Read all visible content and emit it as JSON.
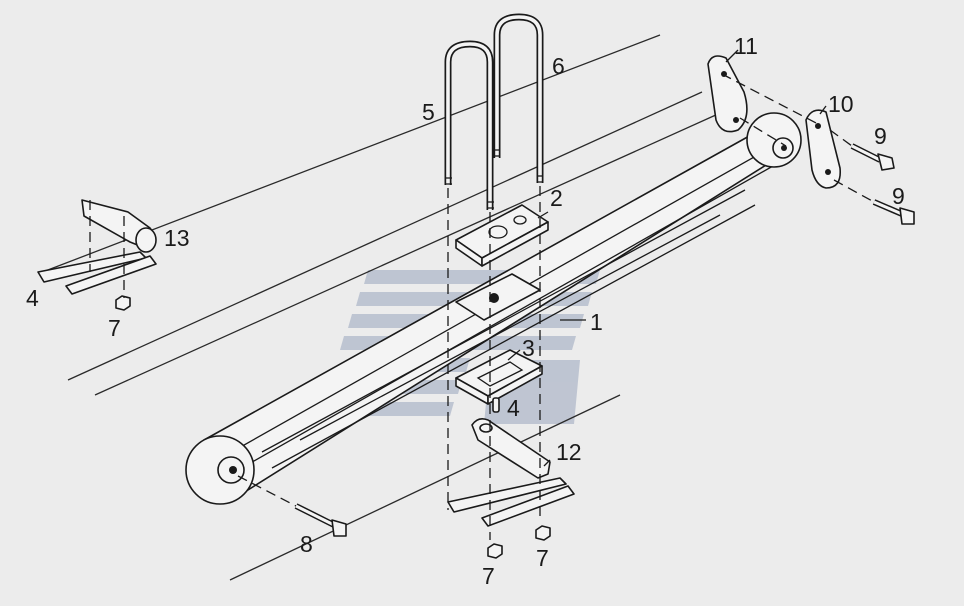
{
  "diagram": {
    "background": "#ececec",
    "line_color": "#1a1a1a",
    "watermark_color": "#9aa6bd",
    "callouts": [
      {
        "id": "c1",
        "text": "1"
      },
      {
        "id": "c2",
        "text": "2"
      },
      {
        "id": "c3",
        "text": "3"
      },
      {
        "id": "c4a",
        "text": "4"
      },
      {
        "id": "c4b",
        "text": "4"
      },
      {
        "id": "c5",
        "text": "5"
      },
      {
        "id": "c6",
        "text": "6"
      },
      {
        "id": "c7a",
        "text": "7"
      },
      {
        "id": "c7b",
        "text": "7"
      },
      {
        "id": "c7c",
        "text": "7"
      },
      {
        "id": "c8",
        "text": "8"
      },
      {
        "id": "c9a",
        "text": "9"
      },
      {
        "id": "c9b",
        "text": "9"
      },
      {
        "id": "c10",
        "text": "10"
      },
      {
        "id": "c11",
        "text": "11"
      },
      {
        "id": "c12",
        "text": "12"
      },
      {
        "id": "c13",
        "text": "13"
      }
    ]
  }
}
